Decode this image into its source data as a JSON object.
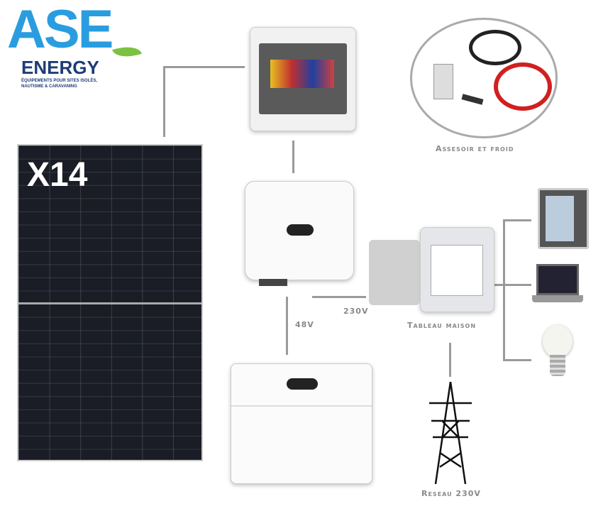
{
  "logo": {
    "brand": "ASE",
    "sub": "ENERGY",
    "tagline": "ÉQUIPEMENTS POUR SITES ISOLÉS, NAUTISME & CARAVANING",
    "colors": {
      "blue": "#2a9de0",
      "navy": "#1d3c78",
      "leaf": "#7cc242"
    }
  },
  "panel": {
    "count_label": "X14"
  },
  "labels": {
    "accessories": "Assesoir et froid",
    "house_panel": "Tableau maison",
    "grid": "Reseau 230V",
    "ac_voltage": "230V",
    "dc_voltage": "48V"
  },
  "line_color": "#9a9a9a"
}
